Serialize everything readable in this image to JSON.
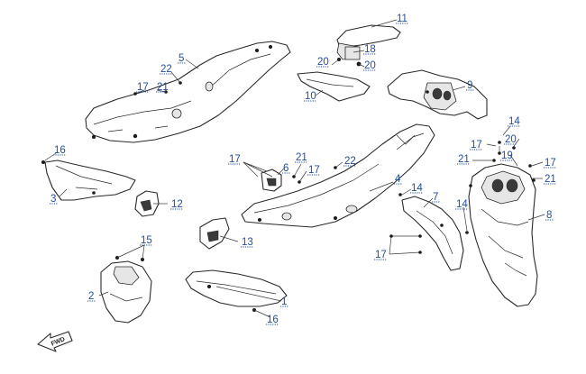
{
  "callouts": [
    {
      "id": "c11",
      "label": "11"
    },
    {
      "id": "c18",
      "label": "18"
    },
    {
      "id": "c20a",
      "label": "20"
    },
    {
      "id": "c20b",
      "label": "20"
    },
    {
      "id": "c10",
      "label": "10"
    },
    {
      "id": "c9",
      "label": "9"
    },
    {
      "id": "c5",
      "label": "5"
    },
    {
      "id": "c22a",
      "label": "22"
    },
    {
      "id": "c17a",
      "label": "17"
    },
    {
      "id": "c21a",
      "label": "21"
    },
    {
      "id": "c16a",
      "label": "16"
    },
    {
      "id": "c3",
      "label": "3"
    },
    {
      "id": "c12",
      "label": "12"
    },
    {
      "id": "c17b",
      "label": "17"
    },
    {
      "id": "c6",
      "label": "6"
    },
    {
      "id": "c21b",
      "label": "21"
    },
    {
      "id": "c17c",
      "label": "17"
    },
    {
      "id": "c22b",
      "label": "22"
    },
    {
      "id": "c4",
      "label": "4"
    },
    {
      "id": "c13",
      "label": "13"
    },
    {
      "id": "c14a",
      "label": "14"
    },
    {
      "id": "c7",
      "label": "7"
    },
    {
      "id": "c14b",
      "label": "14"
    },
    {
      "id": "c17d",
      "label": "17"
    },
    {
      "id": "c14c",
      "label": "14"
    },
    {
      "id": "c17e",
      "label": "17"
    },
    {
      "id": "c20c",
      "label": "20"
    },
    {
      "id": "c21c",
      "label": "21"
    },
    {
      "id": "c19",
      "label": "19"
    },
    {
      "id": "c17f",
      "label": "17"
    },
    {
      "id": "c21d",
      "label": "21"
    },
    {
      "id": "c8",
      "label": "8"
    },
    {
      "id": "c15",
      "label": "15"
    },
    {
      "id": "c2",
      "label": "2"
    },
    {
      "id": "c1",
      "label": "1"
    },
    {
      "id": "c16b",
      "label": "16"
    }
  ],
  "fwd_label": "FWD",
  "colors": {
    "callout": "#1e4f9c",
    "line": "#2a2a2a"
  }
}
